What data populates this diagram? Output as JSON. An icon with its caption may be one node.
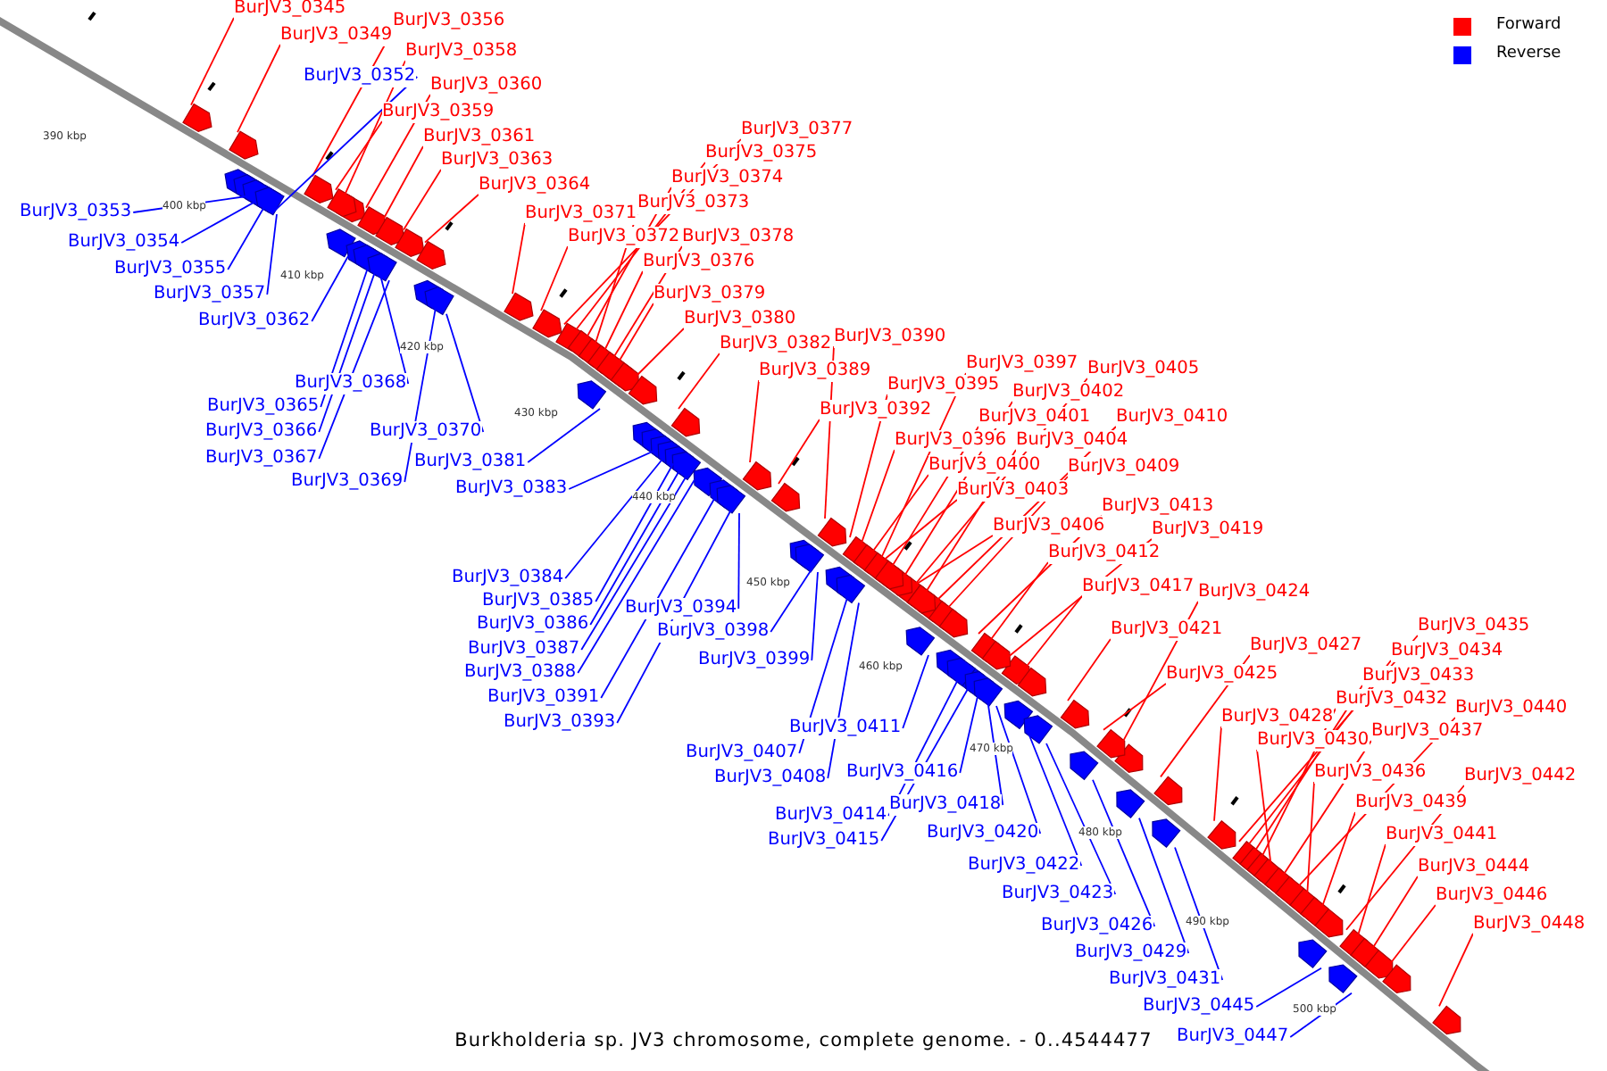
{
  "diagram": {
    "caption": "Burkholderia sp. JV3 chromosome, complete genome. - 0..4544477",
    "nodes": [
      {
        "text": [
          "BurJV3_0345"
        ]
      },
      {
        "text": [
          "BurJV3_0349"
        ]
      },
      {
        "text": [
          "BurJV3_0356"
        ]
      },
      {
        "text": [
          "BurJV3_0358"
        ]
      },
      {
        "text": [
          "BurJV3_0360"
        ]
      },
      {
        "text": [
          "BurJV3_0359"
        ]
      },
      {
        "text": [
          "BurJV3_0361"
        ]
      },
      {
        "text": [
          "BurJV3_0363"
        ]
      },
      {
        "text": [
          "BurJV3_0364"
        ]
      },
      {
        "text": [
          "BurJV3_0371"
        ]
      },
      {
        "text": [
          "BurJV3_0372"
        ]
      },
      {
        "text": [
          "BurJV3_0378"
        ]
      },
      {
        "text": [
          "BurJV3_0377"
        ]
      },
      {
        "text": [
          "BurJV3_0375"
        ]
      },
      {
        "text": [
          "BurJV3_0374"
        ]
      },
      {
        "text": [
          "BurJV3_0373"
        ]
      },
      {
        "text": [
          "BurJV3_0376"
        ]
      },
      {
        "text": [
          "BurJV3_0379"
        ]
      },
      {
        "text": [
          "BurJV3_0380"
        ]
      },
      {
        "text": [
          "BurJV3_0382"
        ]
      },
      {
        "text": [
          "BurJV3_0390"
        ]
      },
      {
        "text": [
          "BurJV3_0389"
        ]
      },
      {
        "text": [
          "BurJV3_0392"
        ]
      },
      {
        "text": [
          "BurJV3_0395"
        ]
      },
      {
        "text": [
          "BurJV3_0397"
        ]
      },
      {
        "text": [
          "BurJV3_0402"
        ]
      },
      {
        "text": [
          "BurJV3_0401"
        ]
      },
      {
        "text": [
          "BurJV3_0405"
        ]
      },
      {
        "text": [
          "BurJV3_0396"
        ]
      },
      {
        "text": [
          "BurJV3_0404"
        ]
      },
      {
        "text": [
          "BurJV3_0410"
        ]
      },
      {
        "text": [
          "BurJV3_0400"
        ]
      },
      {
        "text": [
          "BurJV3_0409"
        ]
      },
      {
        "text": [
          "BurJV3_0403"
        ]
      },
      {
        "text": [
          "BurJV3_0413"
        ]
      },
      {
        "text": [
          "BurJV3_0406"
        ]
      },
      {
        "text": [
          "BurJV3_0419"
        ]
      },
      {
        "text": [
          "BurJV3_0412"
        ]
      },
      {
        "text": [
          "BurJV3_0417"
        ]
      },
      {
        "text": [
          "BurJV3_0424"
        ]
      },
      {
        "text": [
          "BurJV3_0421"
        ]
      },
      {
        "text": [
          "BurJV3_0425"
        ]
      },
      {
        "text": [
          "BurJV3_0427"
        ]
      },
      {
        "text": [
          "BurJV3_0428"
        ]
      },
      {
        "text": [
          "BurJV3_0435"
        ]
      },
      {
        "text": [
          "BurJV3_0434"
        ]
      },
      {
        "text": [
          "BurJV3_0433"
        ]
      },
      {
        "text": [
          "BurJV3_0432"
        ]
      },
      {
        "text": [
          "BurJV3_0430"
        ]
      },
      {
        "text": [
          "BurJV3_0437"
        ]
      },
      {
        "text": [
          "BurJV3_0440"
        ]
      },
      {
        "text": [
          "BurJV3_0436"
        ]
      },
      {
        "text": [
          "BurJV3_0439"
        ]
      },
      {
        "text": [
          "BurJV3_0442"
        ]
      },
      {
        "text": [
          "BurJV3_0441"
        ]
      },
      {
        "text": [
          "BurJV3_0444"
        ]
      },
      {
        "text": [
          "BurJV3_0446"
        ]
      },
      {
        "text": [
          "BurJV3_0448"
        ]
      },
      {
        "text": [
          "BurJV3_0352"
        ]
      },
      {
        "text": [
          "BurJV3_0353"
        ]
      },
      {
        "text": [
          "BurJV3_0354"
        ]
      },
      {
        "text": [
          "BurJV3_0355"
        ]
      },
      {
        "text": [
          "BurJV3_0357"
        ]
      },
      {
        "text": [
          "BurJV3_0362"
        ]
      },
      {
        "text": [
          "BurJV3_0368"
        ]
      },
      {
        "text": [
          "BurJV3_0365"
        ]
      },
      {
        "text": [
          "BurJV3_0366"
        ]
      },
      {
        "text": [
          "BurJV3_0367"
        ]
      },
      {
        "text": [
          "BurJV3_0369"
        ]
      },
      {
        "text": [
          "BurJV3_0370"
        ]
      },
      {
        "text": [
          "BurJV3_0381"
        ]
      },
      {
        "text": [
          "BurJV3_0383"
        ]
      },
      {
        "text": [
          "BurJV3_0384"
        ]
      },
      {
        "text": [
          "BurJV3_0385"
        ]
      },
      {
        "text": [
          "BurJV3_0386"
        ]
      },
      {
        "text": [
          "BurJV3_0387"
        ]
      },
      {
        "text": [
          "BurJV3_0388"
        ]
      },
      {
        "text": [
          "BurJV3_0391"
        ]
      },
      {
        "text": [
          "BurJV3_0393"
        ]
      },
      {
        "text": [
          "BurJV3_0394"
        ]
      },
      {
        "text": [
          "BurJV3_0398"
        ]
      },
      {
        "text": [
          "BurJV3_0399"
        ]
      },
      {
        "text": [
          "BurJV3_0411"
        ]
      },
      {
        "text": [
          "BurJV3_0407"
        ]
      },
      {
        "text": [
          "BurJV3_0408"
        ]
      },
      {
        "text": [
          "BurJV3_0416"
        ]
      },
      {
        "text": [
          "BurJV3_0414"
        ]
      },
      {
        "text": [
          "BurJV3_0415"
        ]
      },
      {
        "text": [
          "BurJV3_0418"
        ]
      },
      {
        "text": [
          "BurJV3_0420"
        ]
      },
      {
        "text": [
          "BurJV3_0422"
        ]
      },
      {
        "text": [
          "BurJV3_0423"
        ]
      },
      {
        "text": [
          "BurJV3_0426"
        ]
      },
      {
        "text": [
          "BurJV3_0429"
        ]
      },
      {
        "text": [
          "BurJV3_0431"
        ]
      },
      {
        "text": [
          "BurJV3_0445"
        ]
      },
      {
        "text": [
          "BurJV3_0447"
        ]
      },
      {
        "text": [],
        "shape": "arrow"
      },
      {
        "text": [],
        "shape": "arrow"
      },
      {
        "text": [],
        "shape": "arrow"
      },
      {
        "text": [],
        "shape": "arrow"
      },
      {
        "text": [],
        "shape": "arrow"
      },
      {
        "text": [],
        "shape": "arrow"
      },
      {
        "text": [],
        "shape": "arrow"
      },
      {
        "text": [],
        "shape": "arrow"
      },
      {
        "text": [],
        "shape": "arrow"
      },
      {
        "text": [],
        "shape": "arrow"
      },
      {
        "text": [],
        "shape": "arrow"
      },
      {
        "text": [],
        "shape": "arrow"
      },
      {
        "text": [],
        "shape": "arrow"
      },
      {
        "text": [],
        "shape": "arrow"
      },
      {
        "text": [],
        "shape": "arrow"
      },
      {
        "text": [],
        "shape": "arrow"
      },
      {
        "text": [],
        "shape": "arrow"
      },
      {
        "text": [],
        "shape": "arrow"
      },
      {
        "text": [],
        "shape": "arrow"
      },
      {
        "text": [],
        "shape": "arrow"
      },
      {
        "text": [],
        "shape": "arrow"
      },
      {
        "text": [],
        "shape": "arrow"
      },
      {
        "text": [],
        "shape": "arrow"
      },
      {
        "text": [],
        "shape": "arrow"
      },
      {
        "text": [],
        "shape": "arrow"
      },
      {
        "text": [],
        "shape": "arrow"
      },
      {
        "text": [],
        "shape": "arrow"
      },
      {
        "text": [],
        "shape": "arrow"
      },
      {
        "text": [],
        "shape": "arrow"
      },
      {
        "text": [],
        "shape": "arrow"
      },
      {
        "text": [],
        "shape": "arrow"
      },
      {
        "text": [],
        "shape": "arrow"
      },
      {
        "text": [],
        "shape": "arrow"
      },
      {
        "text": [],
        "shape": "arrow"
      },
      {
        "text": [],
        "shape": "arrow"
      },
      {
        "text": [],
        "shape": "arrow"
      },
      {
        "text": [],
        "shape": "arrow"
      },
      {
        "text": [],
        "shape": "arrow"
      },
      {
        "text": [],
        "shape": "arrow"
      },
      {
        "text": [],
        "shape": "arrow"
      },
      {
        "text": [],
        "shape": "arrow"
      },
      {
        "text": [],
        "shape": "arrow"
      },
      {
        "text": [],
        "shape": "arrow"
      },
      {
        "text": [],
        "shape": "arrow"
      },
      {
        "text": [],
        "shape": "arrow"
      },
      {
        "text": [],
        "shape": "arrow"
      },
      {
        "text": [],
        "shape": "arrow"
      },
      {
        "text": [],
        "shape": "arrow"
      },
      {
        "text": [],
        "shape": "arrow"
      },
      {
        "text": [],
        "shape": "arrow"
      },
      {
        "text": [],
        "shape": "arrow"
      },
      {
        "text": [],
        "shape": "arrow"
      },
      {
        "text": [],
        "shape": "arrow"
      },
      {
        "text": [],
        "shape": "arrow"
      },
      {
        "text": [],
        "shape": "arrow"
      },
      {
        "text": [],
        "shape": "arrow"
      },
      {
        "text": [],
        "shape": "arrow"
      },
      {
        "text": [],
        "shape": "arrow"
      },
      {
        "text": [],
        "shape": "arrow"
      },
      {
        "text": [],
        "shape": "arrow"
      },
      {
        "text": [],
        "shape": "arrow"
      },
      {
        "text": [],
        "shape": "arrow"
      },
      {
        "text": [],
        "shape": "arrow"
      },
      {
        "text": [],
        "shape": "arrow"
      },
      {
        "text": [],
        "shape": "arrow"
      },
      {
        "text": [],
        "shape": "arrow"
      },
      {
        "text": [],
        "shape": "arrow"
      },
      {
        "text": [],
        "shape": "arrow"
      },
      {
        "text": [],
        "shape": "arrow"
      },
      {
        "text": [],
        "shape": "arrow"
      },
      {
        "text": [],
        "shape": "arrow"
      },
      {
        "text": [],
        "shape": "arrow"
      },
      {
        "text": [],
        "shape": "arrow"
      },
      {
        "text": [],
        "shape": "arrow"
      },
      {
        "text": [],
        "shape": "arrow"
      },
      {
        "text": [],
        "shape": "arrow"
      },
      {
        "text": [],
        "shape": "arrow"
      },
      {
        "text": [],
        "shape": "arrow"
      },
      {
        "text": [],
        "shape": "arrow"
      },
      {
        "text": [],
        "shape": "arrow"
      },
      {
        "text": [],
        "shape": "arrow"
      },
      {
        "text": [],
        "shape": "arrow"
      },
      {
        "text": [],
        "shape": "arrow"
      },
      {
        "text": [],
        "shape": "arrow"
      },
      {
        "text": [],
        "shape": "arrow"
      },
      {
        "text": [],
        "shape": "arrow"
      },
      {
        "text": [],
        "shape": "arrow"
      },
      {
        "text": [],
        "shape": "arrow"
      },
      {
        "text": [],
        "shape": "arrow"
      },
      {
        "text": [],
        "shape": "arrow"
      },
      {
        "text": [],
        "shape": "arrow"
      },
      {
        "text": [],
        "shape": "arrow"
      },
      {
        "text": [],
        "shape": "arrow"
      },
      {
        "text": [],
        "shape": "arrow"
      },
      {
        "text": [],
        "shape": "arrow"
      },
      {
        "text": [],
        "shape": "arrow"
      },
      {
        "text": [],
        "shape": "arrow"
      }
    ],
    "edges": [
      {
        "from": 0,
        "to": 97,
        "arrow": "none"
      },
      {
        "from": 1,
        "to": 98,
        "arrow": "none"
      },
      {
        "from": 2,
        "to": 99,
        "arrow": "none"
      },
      {
        "from": 3,
        "to": 100,
        "arrow": "none"
      },
      {
        "from": 4,
        "to": 101,
        "arrow": "none"
      },
      {
        "from": 5,
        "to": 102,
        "arrow": "none"
      },
      {
        "from": 6,
        "to": 103,
        "arrow": "none"
      },
      {
        "from": 7,
        "to": 104,
        "arrow": "none"
      },
      {
        "from": 8,
        "to": 105,
        "arrow": "none"
      },
      {
        "from": 9,
        "to": 106,
        "arrow": "none"
      },
      {
        "from": 10,
        "to": 107,
        "arrow": "none"
      },
      {
        "from": 11,
        "to": 108,
        "arrow": "none"
      },
      {
        "from": 12,
        "to": 109,
        "arrow": "none"
      },
      {
        "from": 13,
        "to": 110,
        "arrow": "none"
      },
      {
        "from": 14,
        "to": 111,
        "arrow": "none"
      },
      {
        "from": 15,
        "to": 112,
        "arrow": "none"
      },
      {
        "from": 16,
        "to": 113,
        "arrow": "none"
      },
      {
        "from": 17,
        "to": 114,
        "arrow": "none"
      },
      {
        "from": 18,
        "to": 115,
        "arrow": "none"
      },
      {
        "from": 19,
        "to": 116,
        "arrow": "none"
      },
      {
        "from": 20,
        "to": 117,
        "arrow": "none"
      },
      {
        "from": 21,
        "to": 118,
        "arrow": "none"
      },
      {
        "from": 22,
        "to": 119,
        "arrow": "none"
      },
      {
        "from": 23,
        "to": 120,
        "arrow": "none"
      },
      {
        "from": 24,
        "to": 121,
        "arrow": "none"
      },
      {
        "from": 25,
        "to": 122,
        "arrow": "none"
      },
      {
        "from": 26,
        "to": 123,
        "arrow": "none"
      },
      {
        "from": 27,
        "to": 124,
        "arrow": "none"
      },
      {
        "from": 28,
        "to": 125,
        "arrow": "none"
      },
      {
        "from": 29,
        "to": 126,
        "arrow": "none"
      },
      {
        "from": 30,
        "to": 127,
        "arrow": "none"
      },
      {
        "from": 31,
        "to": 128,
        "arrow": "none"
      },
      {
        "from": 32,
        "to": 129,
        "arrow": "none"
      },
      {
        "from": 33,
        "to": 130,
        "arrow": "none"
      },
      {
        "from": 34,
        "to": 131,
        "arrow": "none"
      },
      {
        "from": 35,
        "to": 132,
        "arrow": "none"
      },
      {
        "from": 36,
        "to": 133,
        "arrow": "none"
      },
      {
        "from": 37,
        "to": 134,
        "arrow": "none"
      },
      {
        "from": 38,
        "to": 135,
        "arrow": "none"
      },
      {
        "from": 39,
        "to": 136,
        "arrow": "none"
      },
      {
        "from": 40,
        "to": 137,
        "arrow": "none"
      },
      {
        "from": 41,
        "to": 138,
        "arrow": "none"
      },
      {
        "from": 42,
        "to": 139,
        "arrow": "none"
      },
      {
        "from": 43,
        "to": 140,
        "arrow": "none"
      },
      {
        "from": 44,
        "to": 141,
        "arrow": "none"
      },
      {
        "from": 45,
        "to": 142,
        "arrow": "none"
      },
      {
        "from": 46,
        "to": 143,
        "arrow": "none"
      },
      {
        "from": 47,
        "to": 144,
        "arrow": "none"
      },
      {
        "from": 48,
        "to": 145,
        "arrow": "none"
      },
      {
        "from": 49,
        "to": 146,
        "arrow": "none"
      },
      {
        "from": 50,
        "to": 147,
        "arrow": "none"
      },
      {
        "from": 51,
        "to": 148,
        "arrow": "none"
      },
      {
        "from": 52,
        "to": 149,
        "arrow": "none"
      },
      {
        "from": 53,
        "to": 150,
        "arrow": "none"
      },
      {
        "from": 54,
        "to": 151,
        "arrow": "none"
      },
      {
        "from": 55,
        "to": 152,
        "arrow": "none"
      },
      {
        "from": 56,
        "to": 153,
        "arrow": "none"
      },
      {
        "from": 57,
        "to": 154,
        "arrow": "none"
      },
      {
        "from": 58,
        "to": 155,
        "arrow": "none",
        "color": "#0000ff"
      },
      {
        "from": 59,
        "to": 156,
        "arrow": "none",
        "color": "#0000ff"
      },
      {
        "from": 60,
        "to": 157,
        "arrow": "none",
        "color": "#0000ff"
      },
      {
        "from": 61,
        "to": 158,
        "arrow": "none",
        "color": "#0000ff"
      },
      {
        "from": 62,
        "to": 159,
        "arrow": "none",
        "color": "#0000ff"
      },
      {
        "from": 63,
        "to": 160,
        "arrow": "none",
        "color": "#0000ff"
      },
      {
        "from": 64,
        "to": 161,
        "arrow": "none",
        "color": "#0000ff"
      },
      {
        "from": 65,
        "to": 162,
        "arrow": "none",
        "color": "#0000ff"
      },
      {
        "from": 66,
        "to": 163,
        "arrow": "none",
        "color": "#0000ff"
      },
      {
        "from": 67,
        "to": 164,
        "arrow": "none",
        "color": "#0000ff"
      },
      {
        "from": 68,
        "to": 165,
        "arrow": "none",
        "color": "#0000ff"
      },
      {
        "from": 69,
        "to": 166,
        "arrow": "none",
        "color": "#0000ff"
      },
      {
        "from": 70,
        "to": 167,
        "arrow": "none",
        "color": "#0000ff"
      },
      {
        "from": 71,
        "to": 168,
        "arrow": "none",
        "color": "#0000ff"
      },
      {
        "from": 72,
        "to": 169,
        "arrow": "none",
        "color": "#0000ff"
      },
      {
        "from": 73,
        "to": 170,
        "arrow": "none",
        "color": "#0000ff"
      },
      {
        "from": 74,
        "to": 171,
        "arrow": "none",
        "color": "#0000ff"
      },
      {
        "from": 75,
        "to": 172,
        "arrow": "none",
        "color": "#0000ff"
      },
      {
        "from": 76,
        "to": 173,
        "arrow": "none",
        "color": "#0000ff"
      },
      {
        "from": 77,
        "to": 174,
        "arrow": "none",
        "color": "#0000ff"
      },
      {
        "from": 78,
        "to": 175,
        "arrow": "none",
        "color": "#0000ff"
      },
      {
        "from": 79,
        "to": 176,
        "arrow": "none",
        "color": "#0000ff"
      },
      {
        "from": 80,
        "to": 177,
        "arrow": "none",
        "color": "#0000ff"
      },
      {
        "from": 81,
        "to": 178,
        "arrow": "none",
        "color": "#0000ff"
      },
      {
        "from": 82,
        "to": 179,
        "arrow": "none",
        "color": "#0000ff"
      },
      {
        "from": 83,
        "to": 180,
        "arrow": "none",
        "color": "#0000ff"
      },
      {
        "from": 84,
        "to": 181,
        "arrow": "none",
        "color": "#0000ff"
      },
      {
        "from": 85,
        "to": 182,
        "arrow": "none",
        "color": "#0000ff"
      },
      {
        "from": 86,
        "to": 183,
        "arrow": "none",
        "color": "#0000ff"
      },
      {
        "from": 87,
        "to": 184,
        "arrow": "none",
        "color": "#0000ff"
      },
      {
        "from": 88,
        "to": 185,
        "arrow": "none",
        "color": "#0000ff"
      },
      {
        "from": 89,
        "to": 186,
        "arrow": "none",
        "color": "#0000ff"
      },
      {
        "from": 90,
        "to": 187,
        "arrow": "none",
        "color": "#0000ff"
      },
      {
        "from": 91,
        "to": 188,
        "arrow": "none",
        "color": "#0000ff"
      },
      {
        "from": 92,
        "to": 189,
        "arrow": "none",
        "color": "#0000ff"
      },
      {
        "from": 93,
        "to": 190,
        "arrow": "none",
        "color": "#0000ff"
      },
      {
        "from": 94,
        "to": 191,
        "arrow": "none",
        "color": "#0000ff"
      },
      {
        "from": 95,
        "to": 192,
        "arrow": "none",
        "color": "#0000ff"
      },
      {
        "from": 96,
        "to": 193,
        "arrow": "none",
        "color": "#0000ff"
      }
    ],
    "labels": [
      "390 kbp",
      "400 kbp",
      "410 kbp",
      "420 kbp",
      "430 kbp",
      "440 kbp",
      "450 kbp",
      "460 kbp",
      "470 kbp",
      "480 kbp",
      "490 kbp",
      "500 kbp"
    ],
    "legend": [
      {
        "text": "Forward",
        "color": "#ff0000"
      },
      {
        "text": "Reverse",
        "color": "#0000ff"
      }
    ]
  }
}
